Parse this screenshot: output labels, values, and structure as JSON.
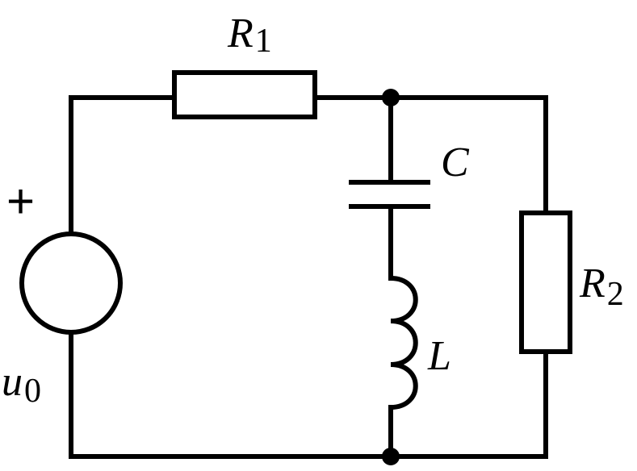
{
  "labels": {
    "r1": {
      "main": "R",
      "sub": "1"
    },
    "r2": {
      "main": "R",
      "sub": "2"
    },
    "c": "C",
    "l": "L",
    "source": {
      "main": "u",
      "sub": "0"
    },
    "plus": "+"
  },
  "colors": {
    "ink": "#000000",
    "background": "#ffffff"
  }
}
